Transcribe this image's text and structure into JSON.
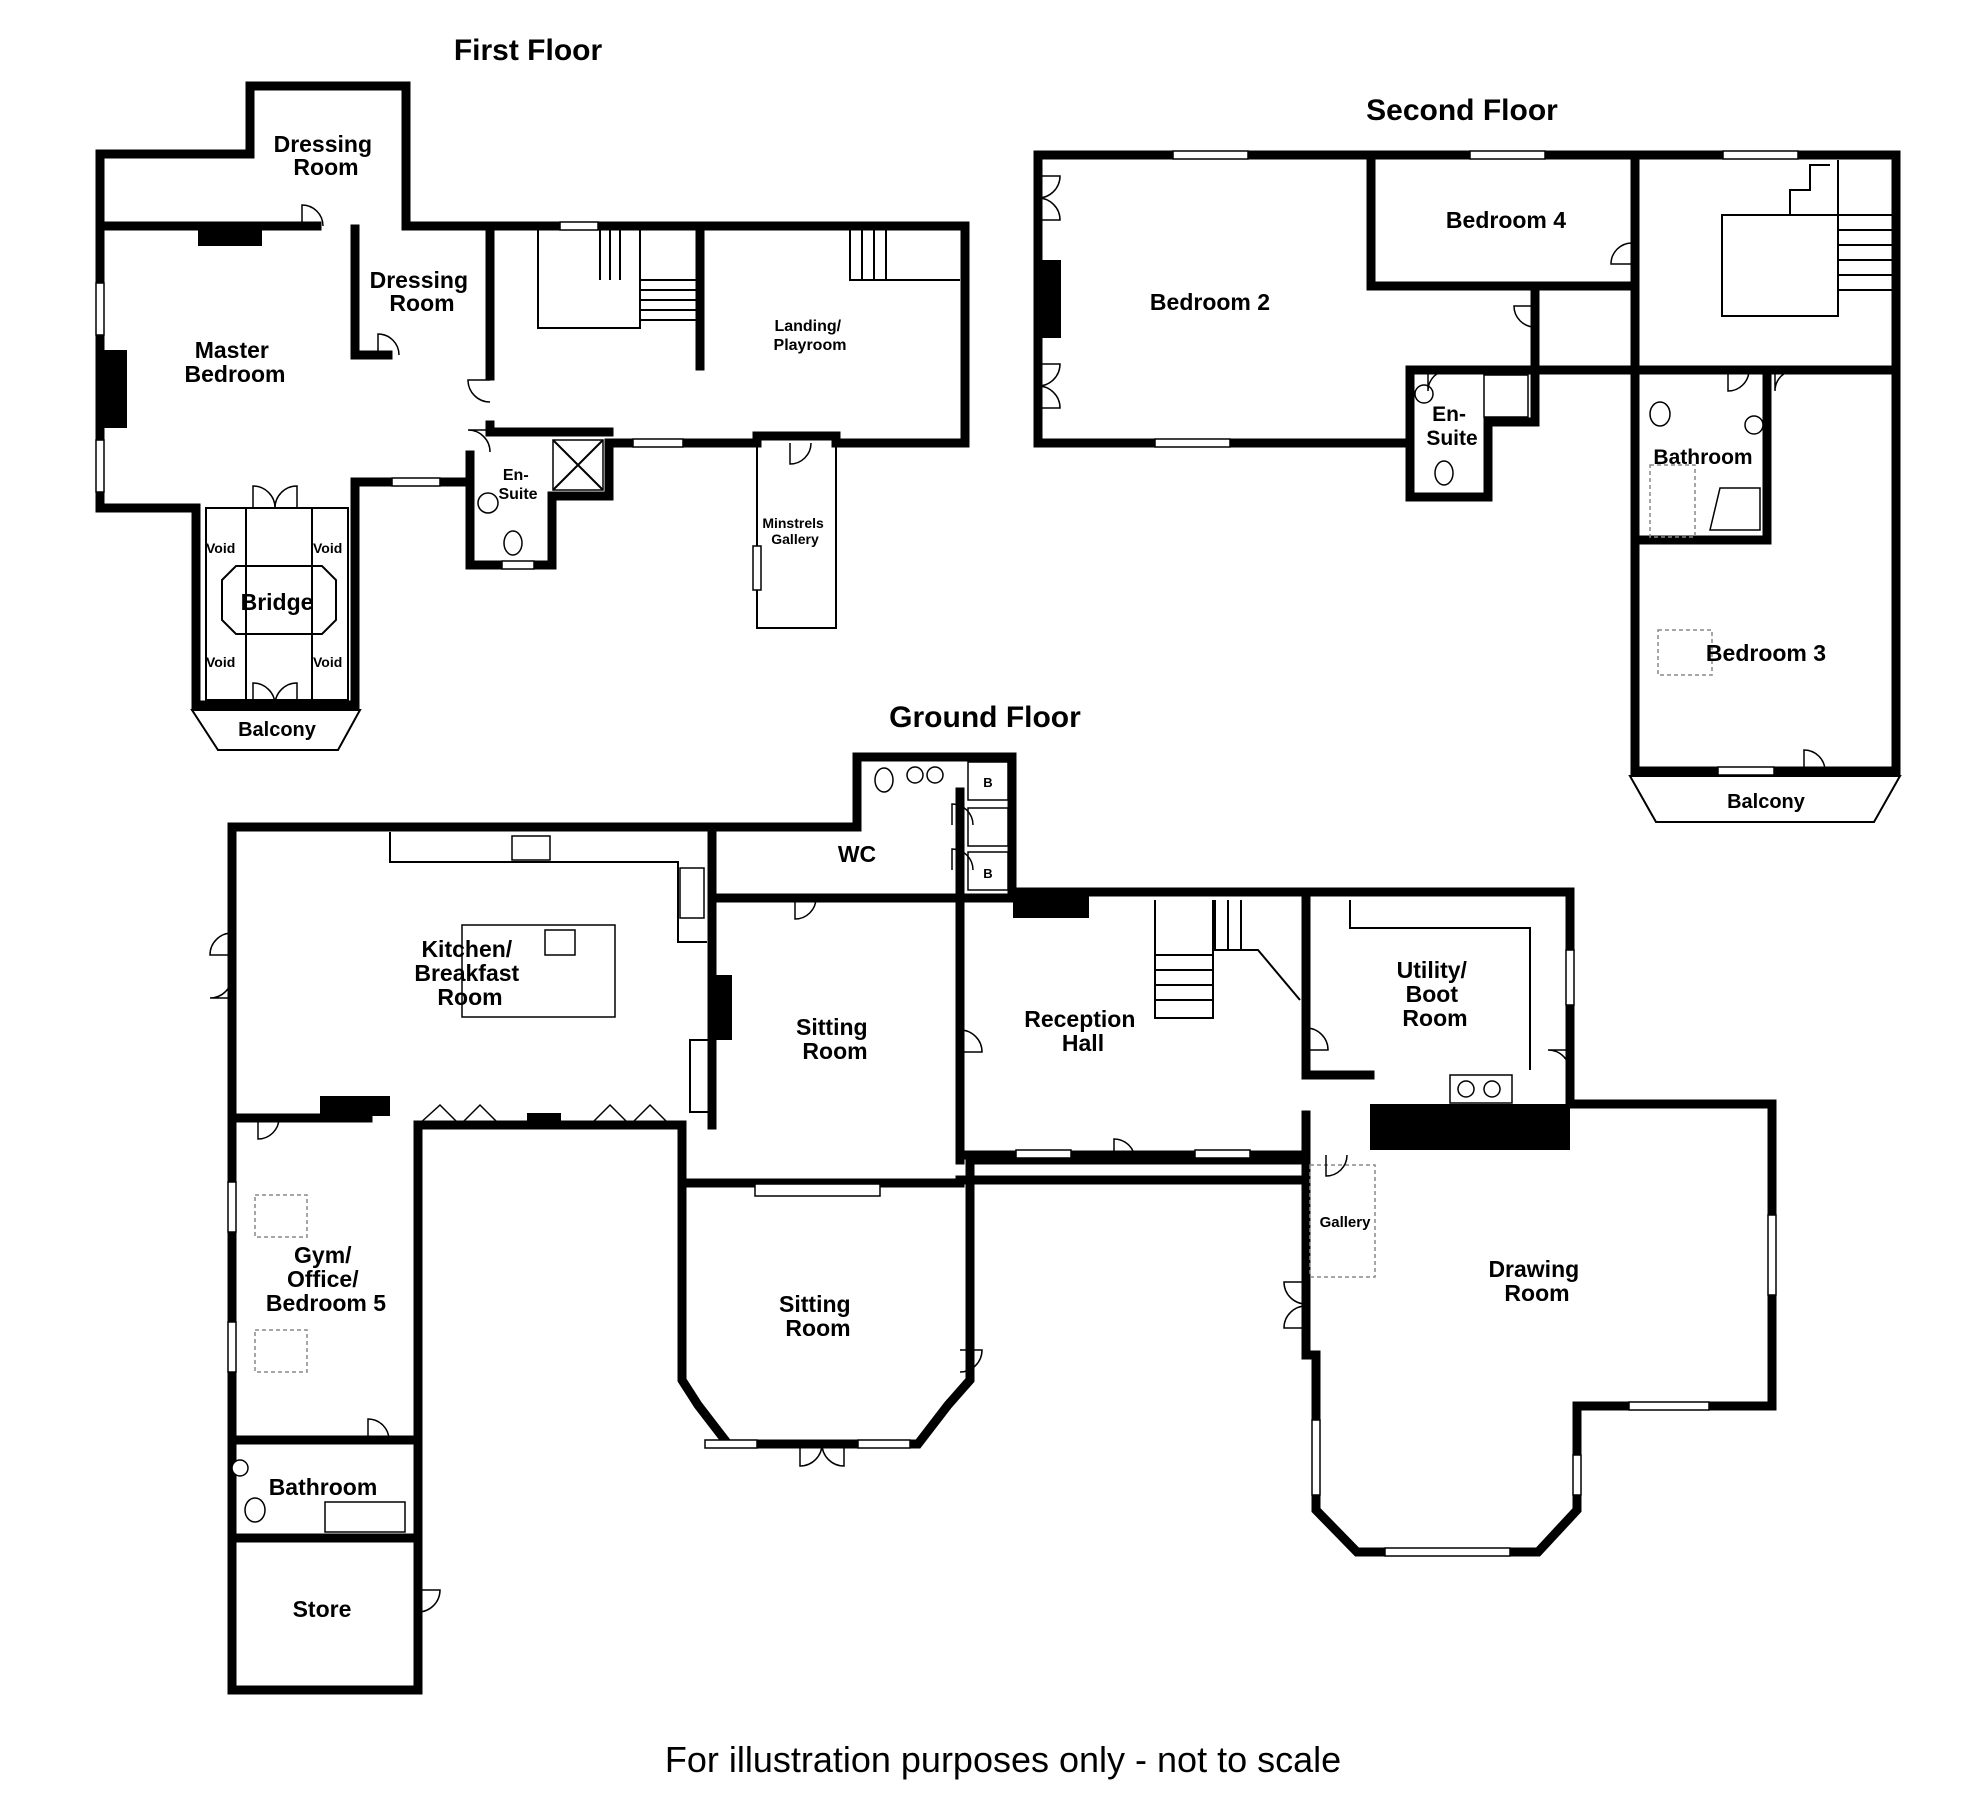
{
  "floors": {
    "first": {
      "title": "First Floor",
      "rooms": {
        "dressing_room_1": [
          "Dressing",
          "Room"
        ],
        "dressing_room_2": [
          "Dressing",
          "Room"
        ],
        "master_bedroom": [
          "Master",
          "Bedroom"
        ],
        "landing": [
          "Landing/",
          "Playroom"
        ],
        "en_suite": [
          "En-",
          "Suite"
        ],
        "minstrels": [
          "Minstrels",
          "Gallery"
        ],
        "bridge": "Bridge",
        "void": "Void",
        "balcony": "Balcony"
      }
    },
    "second": {
      "title": "Second Floor",
      "rooms": {
        "bedroom2": "Bedroom 2",
        "bedroom4": "Bedroom 4",
        "bedroom3": "Bedroom 3",
        "en_suite": [
          "En-",
          "Suite"
        ],
        "bathroom": "Bathroom",
        "balcony": "Balcony"
      }
    },
    "ground": {
      "title": "Ground Floor",
      "rooms": {
        "kitchen": [
          "Kitchen/",
          "Breakfast",
          "Room"
        ],
        "wc": "WC",
        "boiler": "B",
        "sitting_room_1": [
          "Sitting",
          "Room"
        ],
        "reception": [
          "Reception",
          "Hall"
        ],
        "utility": [
          "Utility/",
          "Boot",
          "Room"
        ],
        "gym": [
          "Gym/",
          "Office/",
          "Bedroom 5"
        ],
        "sitting_room_2": [
          "Sitting",
          "Room"
        ],
        "gallery": "Gallery",
        "drawing": [
          "Drawing",
          "Room"
        ],
        "bathroom": "Bathroom",
        "store": "Store"
      }
    }
  },
  "footer": "For illustration purposes only - not to scale"
}
